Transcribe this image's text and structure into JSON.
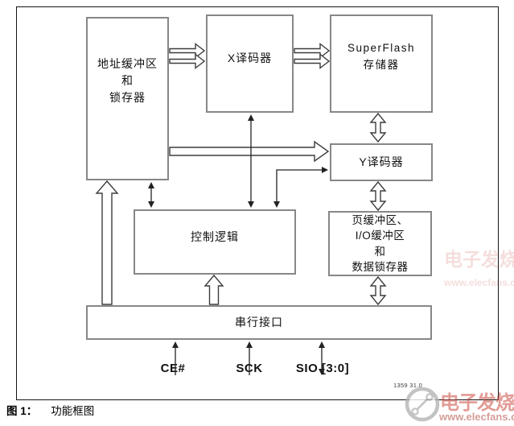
{
  "figure": {
    "caption_label": "图 1：",
    "caption_text": "功能框图",
    "drawing_code": "1359 31.0"
  },
  "blocks": {
    "address_buffer": {
      "lines": [
        "地址缓冲区",
        "和",
        "锁存器"
      ]
    },
    "x_decoder": {
      "label": "X译码器"
    },
    "superflash": {
      "lines": [
        "SuperFlash",
        "存储器"
      ]
    },
    "y_decoder": {
      "label": "Y译码器"
    },
    "control_logic": {
      "label": "控制逻辑"
    },
    "page_buffer": {
      "lines": [
        "页缓冲区、",
        "I/O缓冲区",
        "和",
        "数据锁存器"
      ]
    },
    "serial_interface": {
      "label": "串行接口"
    }
  },
  "signals": [
    {
      "label": "CE#",
      "direction": "input"
    },
    {
      "label": "SCK",
      "direction": "input"
    },
    {
      "label": "SIO [3:0]",
      "direction": "bidirectional"
    }
  ],
  "watermark": {
    "brand": "电子发烧友",
    "url": "www.elecfans.com"
  },
  "colors": {
    "box_border": "#878787",
    "frame_border": "#141414",
    "arrow": "#3d3d3d",
    "watermark_red": "#cc4b3f",
    "watermark_pink": "#d1948e"
  }
}
